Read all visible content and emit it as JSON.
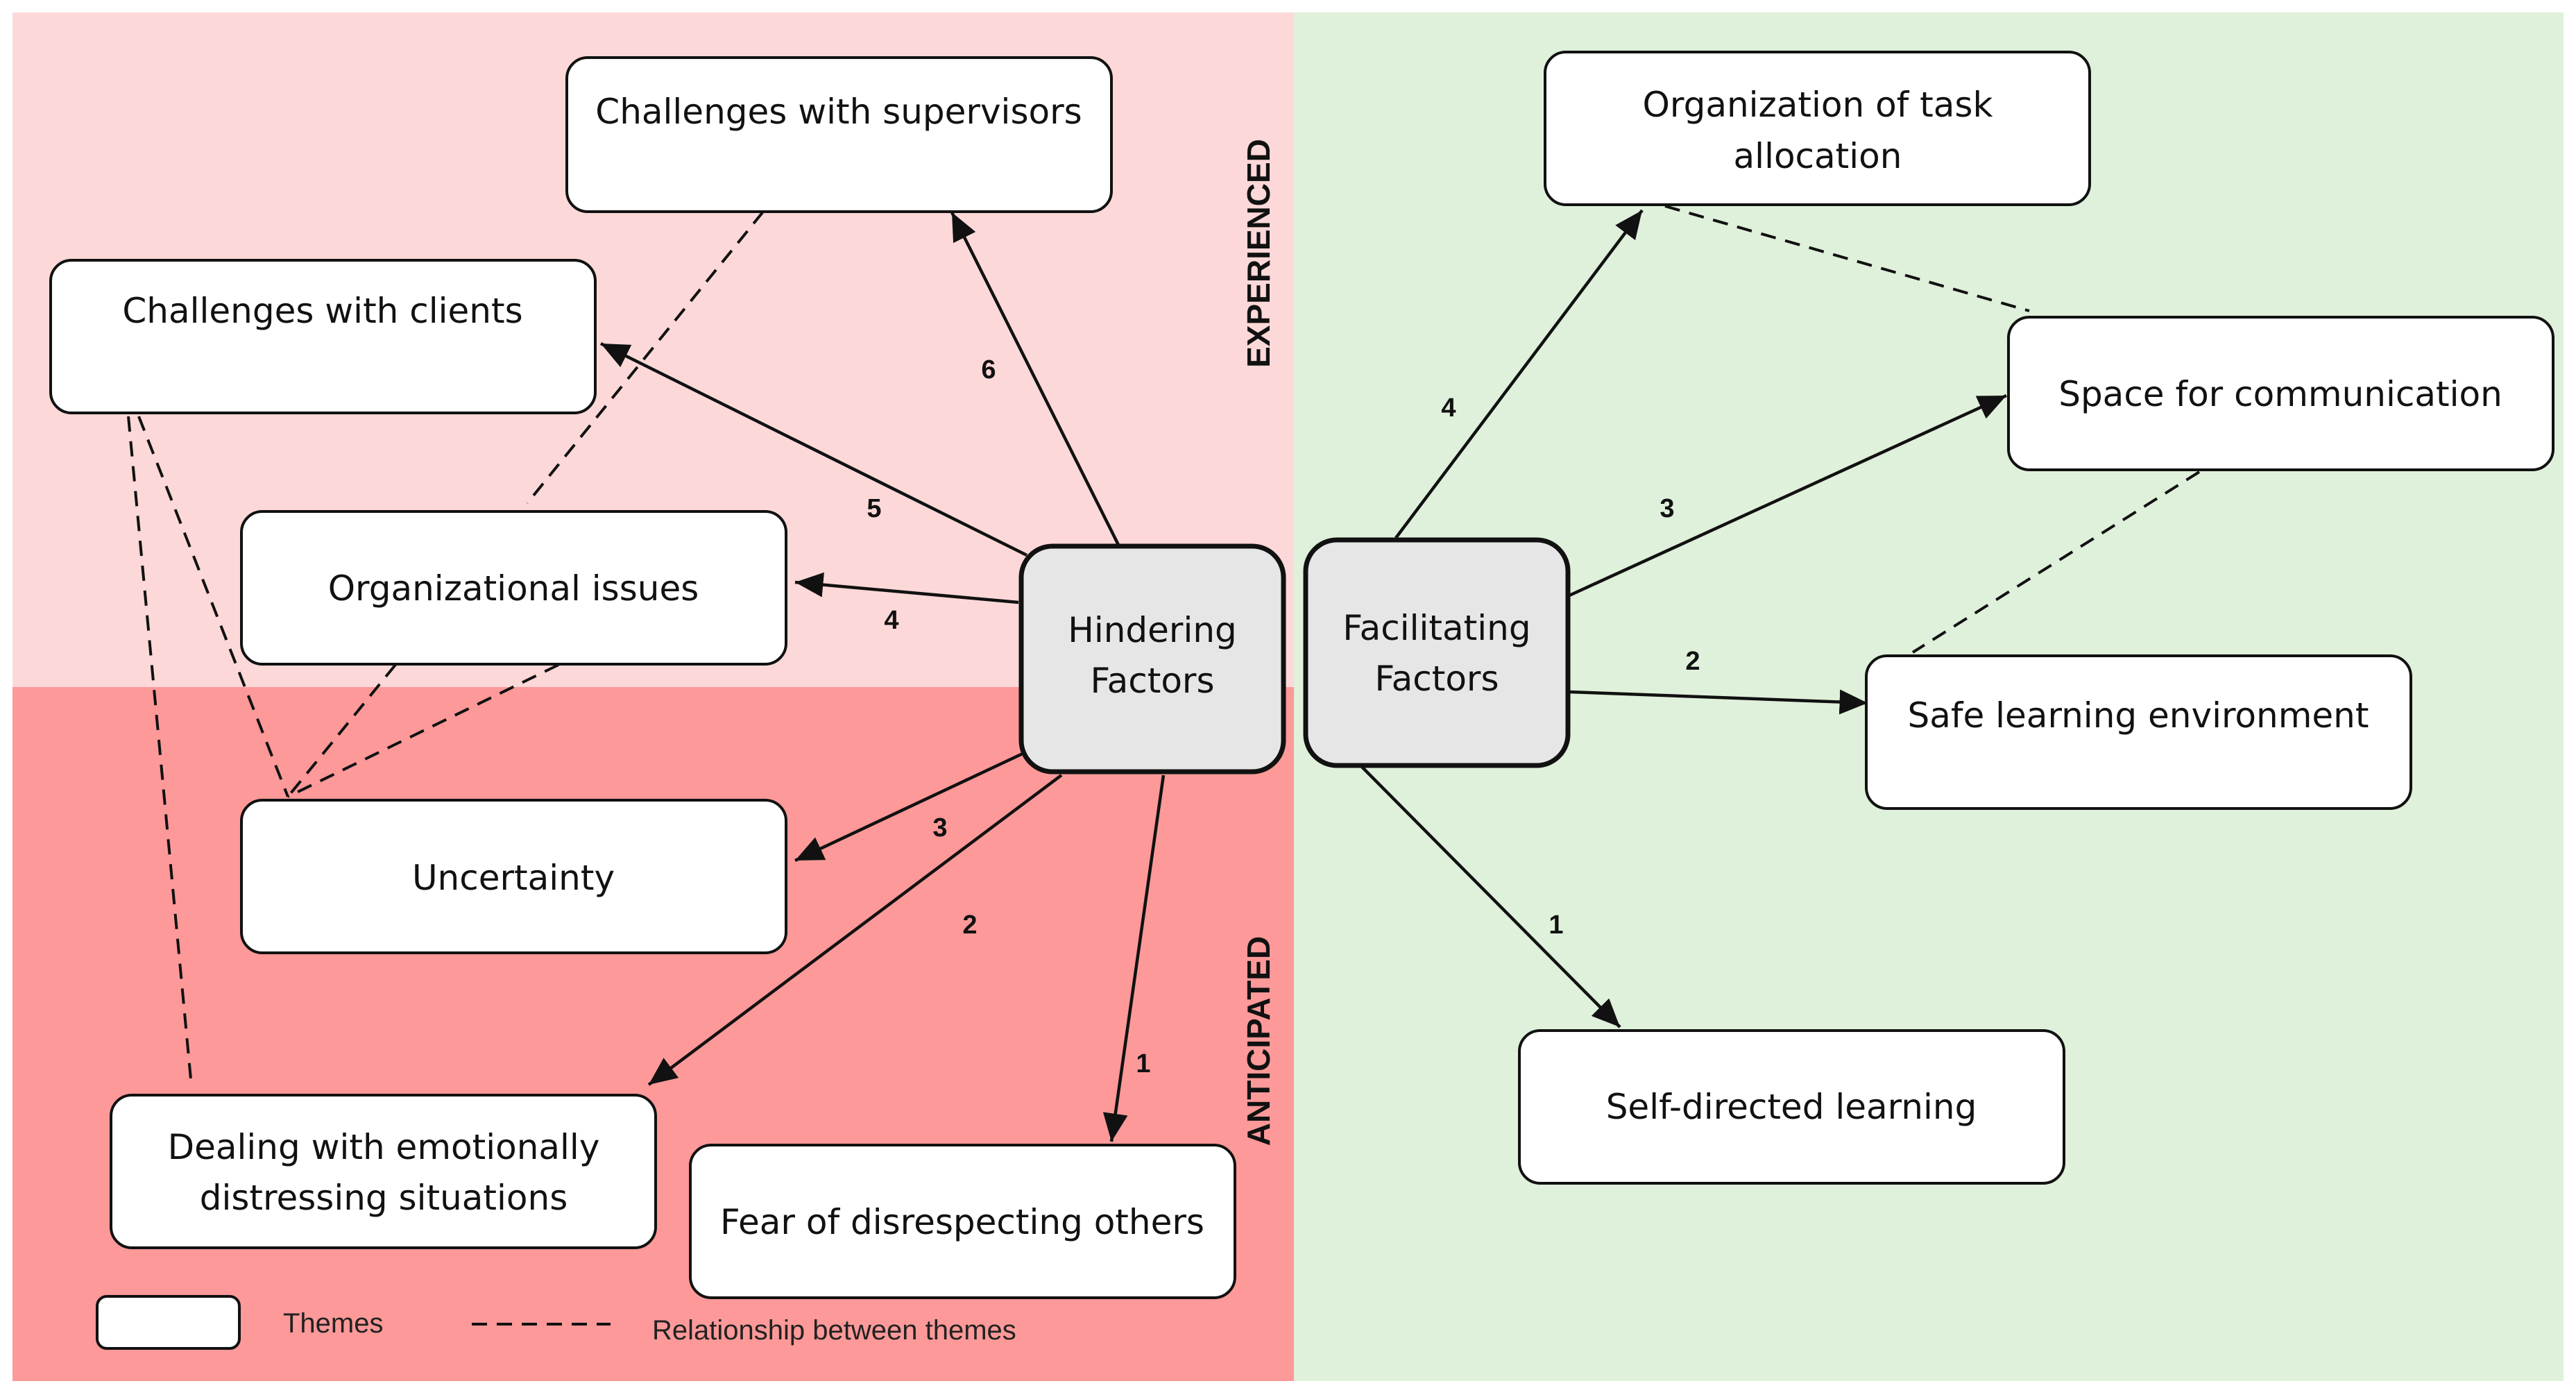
{
  "colors": {
    "experienced_bg": "#fdd8d8",
    "anticipated_bg": "#fd9999",
    "facilitating_bg": "#dff0db",
    "core_fill": "#e6e6e6",
    "box_fill": "#ffffff",
    "stroke": "#111111"
  },
  "quadrants": {
    "experienced_label": "EXPERIENCED",
    "anticipated_label": "ANTICIPATED"
  },
  "hindering": {
    "core": {
      "line1": "Hindering",
      "line2": "Factors"
    },
    "themes": [
      {
        "number": "6",
        "line1": "Challenges with supervisors",
        "line2": ""
      },
      {
        "number": "5",
        "line1": "Challenges with clients",
        "line2": ""
      },
      {
        "number": "4",
        "line1": "Organizational issues",
        "line2": ""
      },
      {
        "number": "3",
        "line1": "Uncertainty",
        "line2": ""
      },
      {
        "number": "2",
        "line1": "Dealing with emotionally",
        "line2": "distressing situations"
      },
      {
        "number": "1",
        "line1": "Fear of disrespecting others",
        "line2": ""
      }
    ]
  },
  "facilitating": {
    "core": {
      "line1": "Facilitating",
      "line2": "Factors"
    },
    "themes": [
      {
        "number": "4",
        "line1": "Organization of task",
        "line2": "allocation"
      },
      {
        "number": "3",
        "line1": "Space for communication",
        "line2": ""
      },
      {
        "number": "2",
        "line1": "Safe learning environment",
        "line2": ""
      },
      {
        "number": "1",
        "line1": "Self-directed learning",
        "line2": ""
      }
    ]
  },
  "legend": {
    "themes_label": "Themes",
    "relationship_label": "Relationship between themes"
  }
}
